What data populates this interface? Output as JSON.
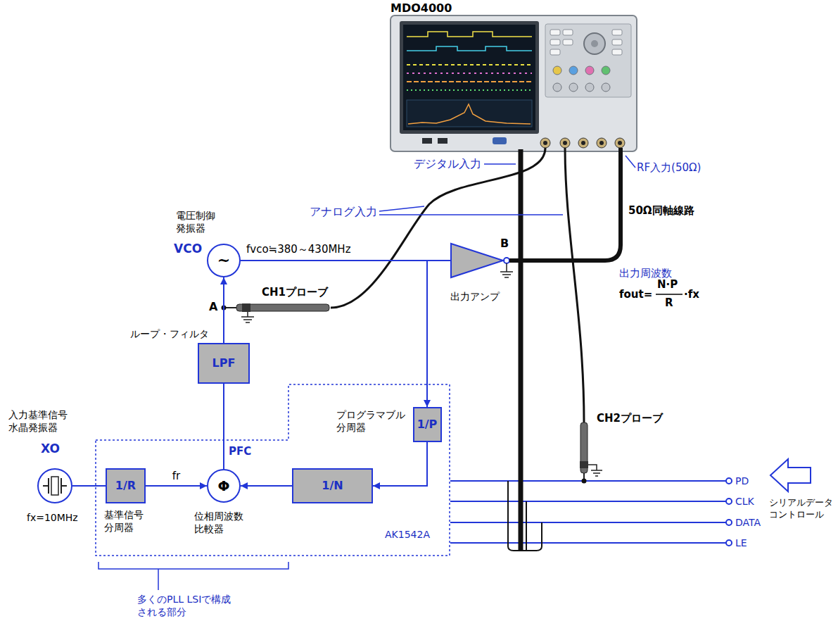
{
  "diagram": {
    "nodes": [
      {
        "text": [
          "電圧制御 発振器",
          "VCO",
          "~"
        ]
      },
      {
        "text": [
          "出力アンプ"
        ]
      },
      {
        "text": [
          "ループ・フィルタ",
          "LPF"
        ]
      },
      {
        "text": [
          "入力基準信号 水晶発振器",
          "XO"
        ]
      },
      {
        "text": [
          "AK1542A"
        ]
      },
      {
        "text": [
          "1/P"
        ],
        "in": 4
      },
      {
        "text": [
          "1/R",
          "基準信号 分周器"
        ],
        "in": 4
      },
      {
        "text": [
          "PFC",
          "Φ",
          "位相周波数 比較器"
        ],
        "in": 4
      },
      {
        "text": [
          "1/N"
        ],
        "in": 4
      }
    ],
    "edges": [
      {
        "from": 3,
        "to": 6,
        "arrow": "none"
      },
      {
        "from": 6,
        "to": 7,
        "arrow": "to",
        "label": "fr"
      },
      {
        "from": 8,
        "to": 7,
        "arrow": "to"
      },
      {
        "from": 7,
        "to": 2,
        "arrow": "none"
      },
      {
        "from": 2,
        "to": 0,
        "arrow": "to"
      },
      {
        "from": 0,
        "to": 1,
        "arrow": "none"
      },
      {
        "from": 0,
        "to": 5,
        "arrow": "to"
      },
      {
        "from": 5,
        "to": 8,
        "arrow": "to"
      }
    ],
    "labels": [
      "MDO4000",
      "デジタル入力",
      "アナログ入力",
      "RF入力(50Ω)",
      "50Ω同軸線路",
      "fvco≒380～430MHz",
      "A",
      "CH1プローブ",
      "B",
      "出力周波数",
      "fout=",
      "N·P",
      "R",
      "·fx",
      "CH2プローブ",
      "PD",
      "CLK",
      "DATA",
      "LE",
      "シリアルデータ コントロール",
      "fx=10MHz",
      "プログラマブル 分周器",
      "多くのPLL LSIで構成 される部分"
    ]
  }
}
